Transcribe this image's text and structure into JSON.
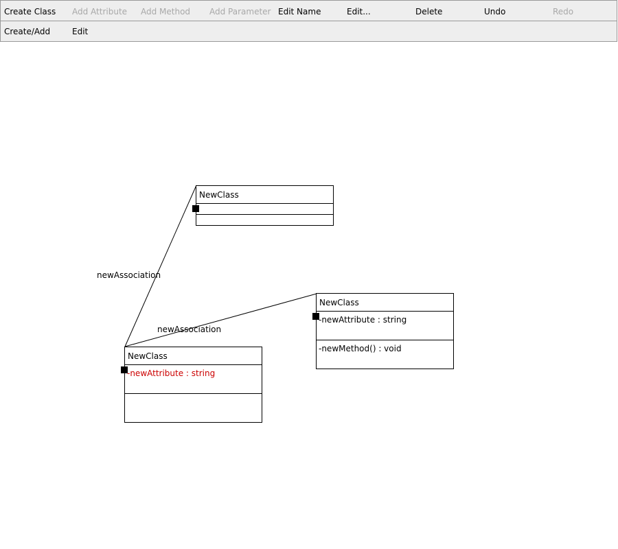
{
  "toolbar_top": {
    "create_class": "Create Class",
    "add_attribute": "Add Attribute",
    "add_method": "Add Method",
    "add_parameter": "Add Parameter",
    "edit_name": "Edit Name",
    "edit_dots": "Edit...",
    "delete": "Delete",
    "undo": "Undo",
    "redo": "Redo"
  },
  "toolbar_bottom": {
    "create_add": "Create/Add",
    "edit": "Edit"
  },
  "diagram": {
    "classes": [
      {
        "name": "NewClass",
        "attributes": [],
        "methods": []
      },
      {
        "name": "NewClass",
        "attributes": [
          "-newAttribute : string"
        ],
        "methods": [
          "-newMethod() : void"
        ]
      },
      {
        "name": "NewClass",
        "attributes": [
          "-newAttribute : string"
        ],
        "methods": [],
        "selected_attribute_color": "#cc0000"
      }
    ],
    "associations": [
      {
        "label": "newAssociation"
      },
      {
        "label": "newAssociation"
      }
    ]
  },
  "colors": {
    "toolbar_bg": "#eeeeee",
    "disabled_text": "#a8a8a8",
    "selected_text": "#cc0000"
  }
}
